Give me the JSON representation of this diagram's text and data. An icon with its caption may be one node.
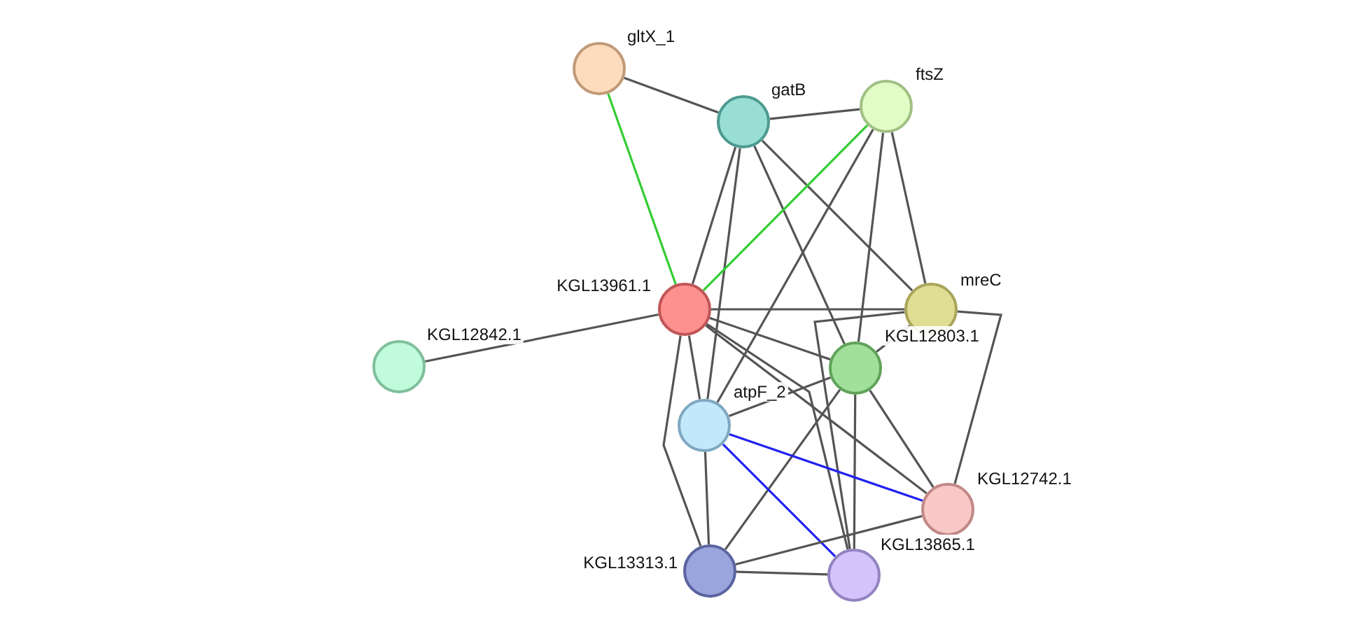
{
  "diagram": {
    "nodes": [
      {
        "text": [
          "gltX_1"
        ]
      },
      {
        "text": [
          "gatB"
        ]
      },
      {
        "text": [
          "ftsZ"
        ]
      },
      {
        "text": [
          "KGL13961.1"
        ]
      },
      {
        "text": [
          "mreC"
        ]
      },
      {
        "text": [
          "KGL12842.1"
        ]
      },
      {
        "text": [
          "KGL12803.1"
        ]
      },
      {
        "text": [
          "atpF_2"
        ]
      },
      {
        "text": [
          "KGL12742.1"
        ]
      },
      {
        "text": [
          "KGL13313.1"
        ]
      },
      {
        "text": [
          "KGL13865.1"
        ]
      }
    ],
    "edges": [
      {
        "from": 0,
        "to": 1,
        "arrow": "none"
      },
      {
        "from": 0,
        "to": 3,
        "arrow": "none",
        "color": "#33cc33"
      },
      {
        "from": 1,
        "to": 2,
        "arrow": "none"
      },
      {
        "from": 1,
        "to": 3,
        "arrow": "none"
      },
      {
        "from": 1,
        "to": 7,
        "arrow": "none"
      },
      {
        "from": 1,
        "to": 6,
        "arrow": "none"
      },
      {
        "from": 1,
        "to": 4,
        "arrow": "none"
      },
      {
        "from": 2,
        "to": 3,
        "arrow": "none",
        "color": "#33cc33"
      },
      {
        "from": 2,
        "to": 7,
        "arrow": "none"
      },
      {
        "from": 2,
        "to": 6,
        "arrow": "none"
      },
      {
        "from": 2,
        "to": 4,
        "arrow": "none"
      },
      {
        "from": 3,
        "to": 5,
        "arrow": "none"
      },
      {
        "from": 3,
        "to": 4,
        "arrow": "none"
      },
      {
        "from": 3,
        "to": 6,
        "arrow": "none"
      },
      {
        "from": 3,
        "to": 7,
        "arrow": "none"
      },
      {
        "from": 3,
        "to": 9,
        "arrow": "none"
      },
      {
        "from": 3,
        "to": 10,
        "arrow": "none"
      },
      {
        "from": 3,
        "to": 8,
        "arrow": "none"
      },
      {
        "from": 4,
        "to": 6,
        "arrow": "none"
      },
      {
        "from": 4,
        "to": 8,
        "arrow": "none"
      },
      {
        "from": 4,
        "to": 10,
        "arrow": "none"
      },
      {
        "from": 6,
        "to": 7,
        "arrow": "none"
      },
      {
        "from": 6,
        "to": 8,
        "arrow": "none"
      },
      {
        "from": 6,
        "to": 9,
        "arrow": "none"
      },
      {
        "from": 6,
        "to": 10,
        "arrow": "none"
      },
      {
        "from": 7,
        "to": 8,
        "arrow": "none",
        "color": "#2222ee"
      },
      {
        "from": 7,
        "to": 9,
        "arrow": "none"
      },
      {
        "from": 7,
        "to": 10,
        "arrow": "none",
        "color": "#2222ee"
      },
      {
        "from": 8,
        "to": 9,
        "arrow": "none"
      },
      {
        "from": 9,
        "to": 10,
        "arrow": "none"
      }
    ]
  }
}
